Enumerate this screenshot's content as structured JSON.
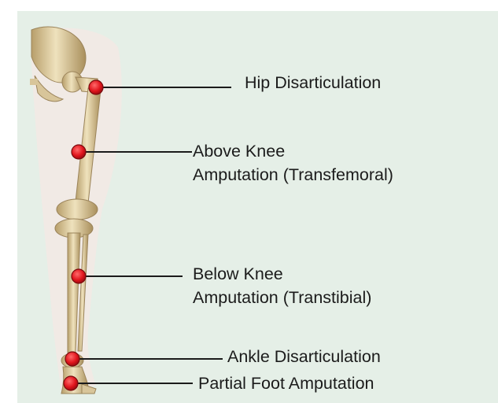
{
  "labels": {
    "hip": "Hip Disarticulation",
    "above_knee_line1": "Above Knee",
    "above_knee_line2": "Amputation (Transfemoral)",
    "below_knee_line1": "Below Knee",
    "below_knee_line2": "Amputation (Transtibial)",
    "ankle": "Ankle Disarticulation",
    "partial_foot": "Partial Foot Amputation"
  },
  "colors": {
    "background": "#e5efe7",
    "marker": "#e0141c",
    "leader_line": "#1b1b1b",
    "bone": "#e4d3a8",
    "skin": "#f3e9e4"
  }
}
